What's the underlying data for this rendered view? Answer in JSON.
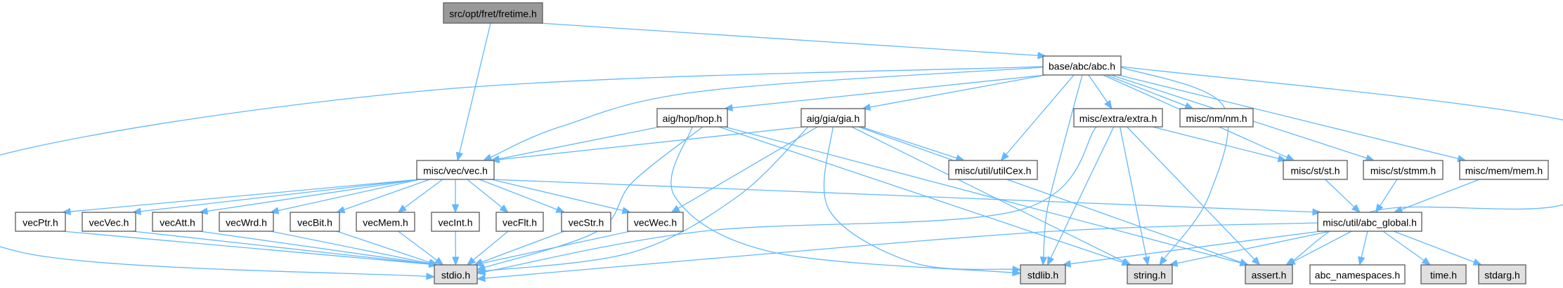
{
  "graph": {
    "title": "Include dependency graph for src/opt/fret/fretime.h",
    "colors": {
      "edge": "#63b8ff",
      "root_fill": "#999999",
      "node_fill": "#ffffff",
      "system_fill": "#e0e0e0",
      "border": "#666666"
    },
    "nodes": [
      {
        "id": "fretime",
        "label": "src/opt/fret/fretime.h",
        "kind": "root"
      },
      {
        "id": "abc",
        "label": "base/abc/abc.h",
        "kind": "file"
      },
      {
        "id": "hop",
        "label": "aig/hop/hop.h",
        "kind": "file"
      },
      {
        "id": "gia",
        "label": "aig/gia/gia.h",
        "kind": "file"
      },
      {
        "id": "extra",
        "label": "misc/extra/extra.h",
        "kind": "file"
      },
      {
        "id": "nm",
        "label": "misc/nm/nm.h",
        "kind": "file"
      },
      {
        "id": "vec",
        "label": "misc/vec/vec.h",
        "kind": "file"
      },
      {
        "id": "utilCex",
        "label": "misc/util/utilCex.h",
        "kind": "file"
      },
      {
        "id": "st",
        "label": "misc/st/st.h",
        "kind": "file"
      },
      {
        "id": "stmm",
        "label": "misc/st/stmm.h",
        "kind": "file"
      },
      {
        "id": "mem",
        "label": "misc/mem/mem.h",
        "kind": "file"
      },
      {
        "id": "vecPtr",
        "label": "vecPtr.h",
        "kind": "file"
      },
      {
        "id": "vecVec",
        "label": "vecVec.h",
        "kind": "file"
      },
      {
        "id": "vecAtt",
        "label": "vecAtt.h",
        "kind": "file"
      },
      {
        "id": "vecWrd",
        "label": "vecWrd.h",
        "kind": "file"
      },
      {
        "id": "vecBit",
        "label": "vecBit.h",
        "kind": "file"
      },
      {
        "id": "vecMem",
        "label": "vecMem.h",
        "kind": "file"
      },
      {
        "id": "vecInt",
        "label": "vecInt.h",
        "kind": "file"
      },
      {
        "id": "vecFlt",
        "label": "vecFlt.h",
        "kind": "file"
      },
      {
        "id": "vecStr",
        "label": "vecStr.h",
        "kind": "file"
      },
      {
        "id": "vecWec",
        "label": "vecWec.h",
        "kind": "file"
      },
      {
        "id": "abc_global",
        "label": "misc/util/abc_global.h",
        "kind": "file"
      },
      {
        "id": "stdio",
        "label": "stdio.h",
        "kind": "system"
      },
      {
        "id": "stdlib",
        "label": "stdlib.h",
        "kind": "system"
      },
      {
        "id": "string",
        "label": "string.h",
        "kind": "system"
      },
      {
        "id": "assert",
        "label": "assert.h",
        "kind": "system"
      },
      {
        "id": "abc_namespaces",
        "label": "abc_namespaces.h",
        "kind": "file"
      },
      {
        "id": "time",
        "label": "time.h",
        "kind": "system"
      },
      {
        "id": "stdarg",
        "label": "stdarg.h",
        "kind": "system"
      }
    ],
    "edges": [
      [
        "fretime",
        "abc"
      ],
      [
        "fretime",
        "vec"
      ],
      [
        "abc",
        "hop"
      ],
      [
        "abc",
        "gia"
      ],
      [
        "abc",
        "vec"
      ],
      [
        "abc",
        "stdio"
      ],
      [
        "abc",
        "utilCex"
      ],
      [
        "abc",
        "stdlib"
      ],
      [
        "abc",
        "extra"
      ],
      [
        "abc",
        "nm"
      ],
      [
        "abc",
        "string"
      ],
      [
        "abc",
        "st"
      ],
      [
        "abc",
        "stmm"
      ],
      [
        "abc",
        "mem"
      ],
      [
        "abc",
        "assert"
      ],
      [
        "hop",
        "vec"
      ],
      [
        "hop",
        "stdio"
      ],
      [
        "hop",
        "stdlib"
      ],
      [
        "hop",
        "string"
      ],
      [
        "hop",
        "assert"
      ],
      [
        "gia",
        "vec"
      ],
      [
        "gia",
        "utilCex"
      ],
      [
        "gia",
        "vecWec"
      ],
      [
        "gia",
        "stdio"
      ],
      [
        "gia",
        "stdlib"
      ],
      [
        "gia",
        "string"
      ],
      [
        "gia",
        "assert"
      ],
      [
        "extra",
        "stdio"
      ],
      [
        "extra",
        "stdlib"
      ],
      [
        "extra",
        "string"
      ],
      [
        "extra",
        "assert"
      ],
      [
        "extra",
        "st"
      ],
      [
        "vec",
        "vecPtr"
      ],
      [
        "vec",
        "vecVec"
      ],
      [
        "vec",
        "vecAtt"
      ],
      [
        "vec",
        "vecWrd"
      ],
      [
        "vec",
        "vecBit"
      ],
      [
        "vec",
        "vecMem"
      ],
      [
        "vec",
        "vecInt"
      ],
      [
        "vec",
        "vecFlt"
      ],
      [
        "vec",
        "vecStr"
      ],
      [
        "vec",
        "vecWec"
      ],
      [
        "vec",
        "abc_global"
      ],
      [
        "vecPtr",
        "stdio"
      ],
      [
        "vecVec",
        "stdio"
      ],
      [
        "vecAtt",
        "stdio"
      ],
      [
        "vecWrd",
        "stdio"
      ],
      [
        "vecBit",
        "stdio"
      ],
      [
        "vecMem",
        "stdio"
      ],
      [
        "vecInt",
        "stdio"
      ],
      [
        "vecFlt",
        "stdio"
      ],
      [
        "vecStr",
        "stdio"
      ],
      [
        "vecWec",
        "stdio"
      ],
      [
        "st",
        "abc_global"
      ],
      [
        "stmm",
        "abc_global"
      ],
      [
        "mem",
        "abc_global"
      ],
      [
        "abc_global",
        "stdio"
      ],
      [
        "abc_global",
        "stdlib"
      ],
      [
        "abc_global",
        "string"
      ],
      [
        "abc_global",
        "assert"
      ],
      [
        "abc_global",
        "abc_namespaces"
      ],
      [
        "abc_global",
        "time"
      ],
      [
        "abc_global",
        "stdarg"
      ]
    ]
  }
}
